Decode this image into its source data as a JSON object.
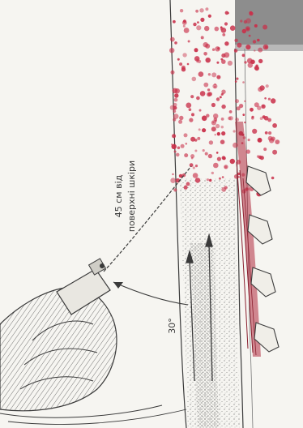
{
  "figure": {
    "distance_label": "45 см від",
    "surface_label": "поверхні шкіри",
    "angle_label": "30°"
  },
  "colors": {
    "paper": "#f6f5f1",
    "ink": "#3a3a3a",
    "spray": "#c9304a",
    "gray_band": "#8d8d8d"
  }
}
